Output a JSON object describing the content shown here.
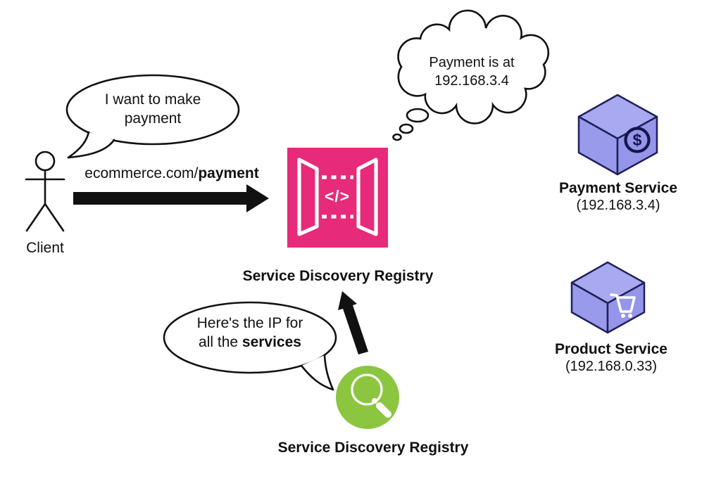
{
  "diagram": {
    "client": {
      "label": "Client",
      "speech": "I want to make\npayment"
    },
    "request": {
      "url_plain": "ecommerce.com/",
      "url_bold": "payment"
    },
    "gateway": {
      "label": "Service Discovery Registry",
      "code_glyph": "</>",
      "icon": "api-gateway-icon",
      "color": "#E72A7A"
    },
    "thought": {
      "text": "Payment is at\n192.168.3.4"
    },
    "registry": {
      "label": "Service Discovery Registry",
      "icon": "search-icon",
      "color": "#8CC540",
      "speech_line1": "Here's the IP for",
      "speech_line2_plain": "all the ",
      "speech_line2_bold": "services"
    },
    "services": [
      {
        "name": "Payment Service",
        "ip": "(192.168.3.4)",
        "icon": "dollar-icon",
        "glyph": "$"
      },
      {
        "name": "Product Service",
        "ip": "(192.168.0.33)",
        "icon": "cart-icon"
      }
    ],
    "colors": {
      "cube_top": "#A9A9F1",
      "cube_left": "#9A9AEC",
      "cube_right": "#9595E9",
      "cube_outline": "#20205A",
      "arrow": "#111111"
    }
  }
}
